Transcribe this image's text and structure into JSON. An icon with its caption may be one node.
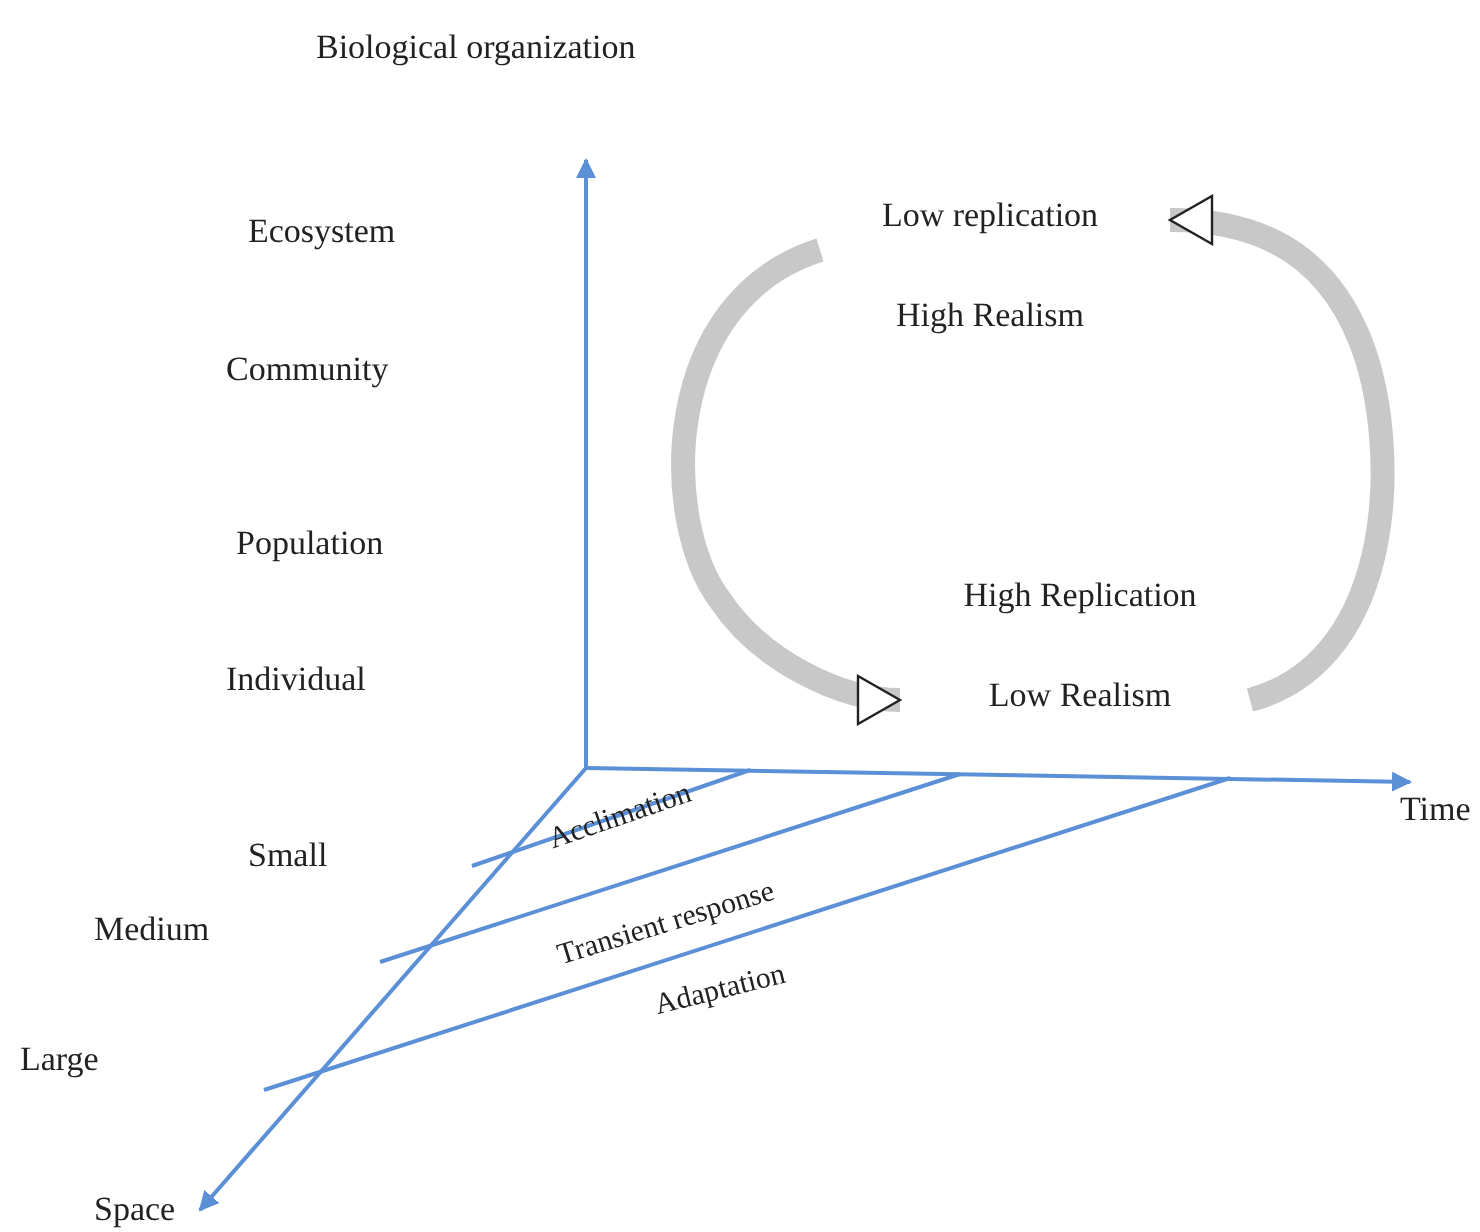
{
  "diagram": {
    "nodes": [
      {
        "text": [
          "Low replication",
          "High Realism"
        ]
      },
      {
        "text": [
          "High Replication",
          "Low Realism"
        ]
      }
    ],
    "edges": [
      {
        "from": 0,
        "to": 1,
        "arrow": "to"
      },
      {
        "from": 1,
        "to": 0,
        "arrow": "to"
      }
    ],
    "labels": [
      "Biological organization",
      "Ecosystem",
      "Community",
      "Population",
      "Individual",
      "Time",
      "Small",
      "Acclimation",
      "Medium",
      "Transient response",
      "Adaptation",
      "Large",
      "Space"
    ]
  }
}
